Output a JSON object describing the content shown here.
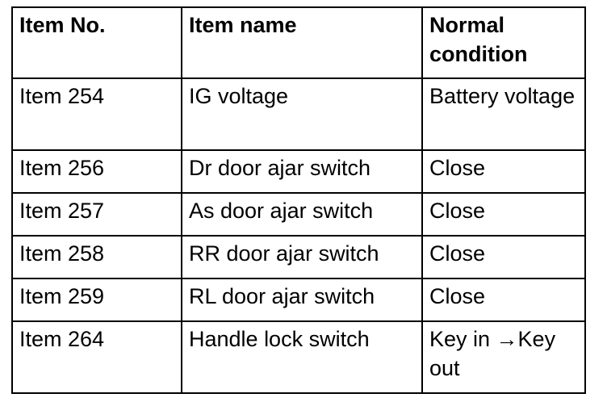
{
  "table": {
    "headers": [
      "Item No.",
      "Item name",
      "Normal condition"
    ],
    "rows": [
      {
        "item_no": "Item 254",
        "item_name": "IG voltage",
        "condition": "Battery voltage"
      },
      {
        "item_no": "Item 256",
        "item_name": "Dr door ajar switch",
        "condition": "Close"
      },
      {
        "item_no": "Item 257",
        "item_name": "As door ajar switch",
        "condition": "Close"
      },
      {
        "item_no": "Item 258",
        "item_name": "RR door ajar switch",
        "condition": "Close"
      },
      {
        "item_no": "Item 259",
        "item_name": "RL door ajar switch",
        "condition": "Close"
      },
      {
        "item_no": "Item 264",
        "item_name": "Handle lock switch",
        "condition": "Key in →Key out"
      }
    ]
  }
}
